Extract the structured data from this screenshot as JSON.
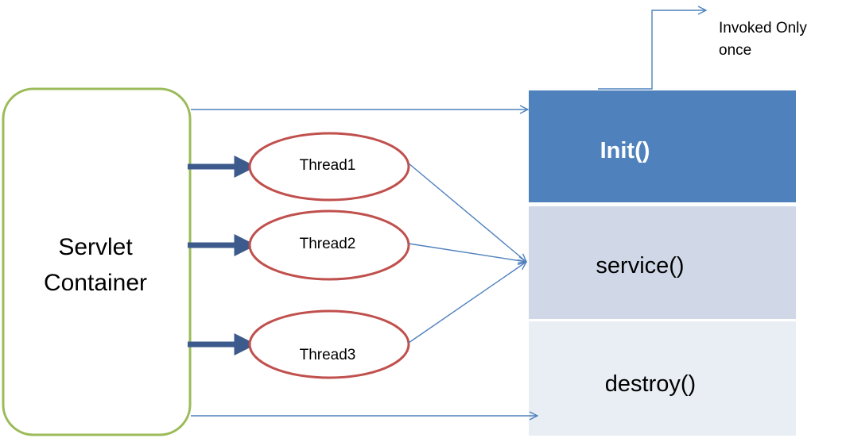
{
  "container": {
    "label_line1": "Servlet",
    "label_line2": "Container"
  },
  "threads": [
    {
      "label": "Thread1"
    },
    {
      "label": "Thread2"
    },
    {
      "label": "Thread3"
    }
  ],
  "methods": {
    "init": "Init()",
    "service": "service()",
    "destroy": "destroy()"
  },
  "note": {
    "line1": "Invoked Only",
    "line2": "once"
  },
  "colors": {
    "container_border": "#9BBB59",
    "thread_border": "#C0504D",
    "connector": "#4F81BD",
    "thick_arrow": "#3C5A8C",
    "init_fill": "#4F81BD",
    "service_fill": "#D0D8E8",
    "destroy_fill": "#E9EDF4"
  }
}
